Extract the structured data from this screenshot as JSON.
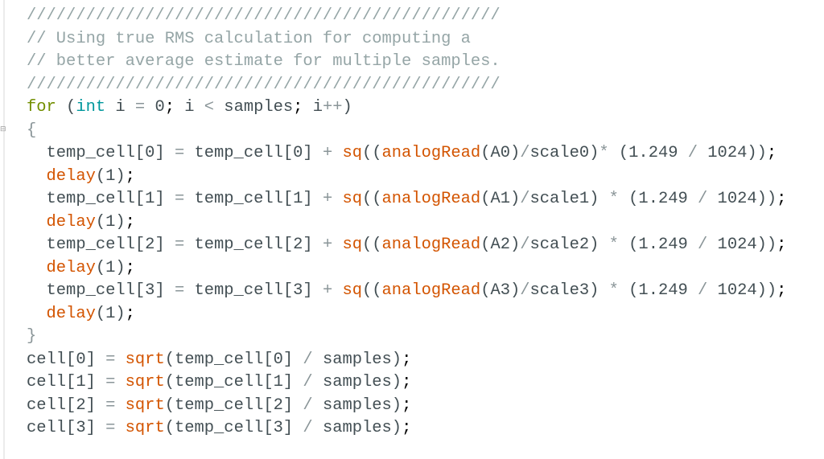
{
  "editor": {
    "fold_marker": "⊟",
    "lines": [
      [
        {
          "t": "c",
          "v": "////////////////////////////////////////////////"
        }
      ],
      [
        {
          "t": "c",
          "v": "// Using true RMS calculation for computing a"
        }
      ],
      [
        {
          "t": "c",
          "v": "// better average estimate for multiple samples."
        }
      ],
      [
        {
          "t": "c",
          "v": "////////////////////////////////////////////////"
        }
      ],
      [
        {
          "t": "kw",
          "v": "for"
        },
        {
          "t": "tx",
          "v": " ("
        },
        {
          "t": "ty",
          "v": "int"
        },
        {
          "t": "tx",
          "v": " i "
        },
        {
          "t": "op",
          "v": "="
        },
        {
          "t": "tx",
          "v": " 0"
        },
        {
          "t": "sc",
          "v": ";"
        },
        {
          "t": "tx",
          "v": " i "
        },
        {
          "t": "op",
          "v": "<"
        },
        {
          "t": "tx",
          "v": " samples"
        },
        {
          "t": "sc",
          "v": ";"
        },
        {
          "t": "tx",
          "v": " i"
        },
        {
          "t": "op",
          "v": "++"
        },
        {
          "t": "tx",
          "v": ")"
        }
      ],
      [
        {
          "t": "op",
          "v": "{"
        }
      ],
      [
        {
          "t": "tx",
          "v": "  temp_cell[0] "
        },
        {
          "t": "op",
          "v": "="
        },
        {
          "t": "tx",
          "v": " temp_cell[0] "
        },
        {
          "t": "op",
          "v": "+"
        },
        {
          "t": "tx",
          "v": " "
        },
        {
          "t": "fn",
          "v": "sq"
        },
        {
          "t": "tx",
          "v": "(("
        },
        {
          "t": "fn",
          "v": "analogRead"
        },
        {
          "t": "tx",
          "v": "(A0)"
        },
        {
          "t": "op",
          "v": "/"
        },
        {
          "t": "tx",
          "v": "scale0)"
        },
        {
          "t": "op",
          "v": "*"
        },
        {
          "t": "tx",
          "v": " (1.249 "
        },
        {
          "t": "op",
          "v": "/"
        },
        {
          "t": "tx",
          "v": " 1024))"
        },
        {
          "t": "sc",
          "v": ";"
        }
      ],
      [
        {
          "t": "tx",
          "v": "  "
        },
        {
          "t": "fn",
          "v": "delay"
        },
        {
          "t": "tx",
          "v": "(1)"
        },
        {
          "t": "sc",
          "v": ";"
        }
      ],
      [
        {
          "t": "tx",
          "v": "  temp_cell[1] "
        },
        {
          "t": "op",
          "v": "="
        },
        {
          "t": "tx",
          "v": " temp_cell[1] "
        },
        {
          "t": "op",
          "v": "+"
        },
        {
          "t": "tx",
          "v": " "
        },
        {
          "t": "fn",
          "v": "sq"
        },
        {
          "t": "tx",
          "v": "(("
        },
        {
          "t": "fn",
          "v": "analogRead"
        },
        {
          "t": "tx",
          "v": "(A1)"
        },
        {
          "t": "op",
          "v": "/"
        },
        {
          "t": "tx",
          "v": "scale1) "
        },
        {
          "t": "op",
          "v": "*"
        },
        {
          "t": "tx",
          "v": " (1.249 "
        },
        {
          "t": "op",
          "v": "/"
        },
        {
          "t": "tx",
          "v": " 1024))"
        },
        {
          "t": "sc",
          "v": ";"
        }
      ],
      [
        {
          "t": "tx",
          "v": "  "
        },
        {
          "t": "fn",
          "v": "delay"
        },
        {
          "t": "tx",
          "v": "(1)"
        },
        {
          "t": "sc",
          "v": ";"
        }
      ],
      [
        {
          "t": "tx",
          "v": "  temp_cell[2] "
        },
        {
          "t": "op",
          "v": "="
        },
        {
          "t": "tx",
          "v": " temp_cell[2] "
        },
        {
          "t": "op",
          "v": "+"
        },
        {
          "t": "tx",
          "v": " "
        },
        {
          "t": "fn",
          "v": "sq"
        },
        {
          "t": "tx",
          "v": "(("
        },
        {
          "t": "fn",
          "v": "analogRead"
        },
        {
          "t": "tx",
          "v": "(A2)"
        },
        {
          "t": "op",
          "v": "/"
        },
        {
          "t": "tx",
          "v": "scale2) "
        },
        {
          "t": "op",
          "v": "*"
        },
        {
          "t": "tx",
          "v": " (1.249 "
        },
        {
          "t": "op",
          "v": "/"
        },
        {
          "t": "tx",
          "v": " 1024))"
        },
        {
          "t": "sc",
          "v": ";"
        }
      ],
      [
        {
          "t": "tx",
          "v": "  "
        },
        {
          "t": "fn",
          "v": "delay"
        },
        {
          "t": "tx",
          "v": "(1)"
        },
        {
          "t": "sc",
          "v": ";"
        }
      ],
      [
        {
          "t": "tx",
          "v": "  temp_cell[3] "
        },
        {
          "t": "op",
          "v": "="
        },
        {
          "t": "tx",
          "v": " temp_cell[3] "
        },
        {
          "t": "op",
          "v": "+"
        },
        {
          "t": "tx",
          "v": " "
        },
        {
          "t": "fn",
          "v": "sq"
        },
        {
          "t": "tx",
          "v": "(("
        },
        {
          "t": "fn",
          "v": "analogRead"
        },
        {
          "t": "tx",
          "v": "(A3)"
        },
        {
          "t": "op",
          "v": "/"
        },
        {
          "t": "tx",
          "v": "scale3) "
        },
        {
          "t": "op",
          "v": "*"
        },
        {
          "t": "tx",
          "v": " (1.249 "
        },
        {
          "t": "op",
          "v": "/"
        },
        {
          "t": "tx",
          "v": " 1024))"
        },
        {
          "t": "sc",
          "v": ";"
        }
      ],
      [
        {
          "t": "tx",
          "v": "  "
        },
        {
          "t": "fn",
          "v": "delay"
        },
        {
          "t": "tx",
          "v": "(1)"
        },
        {
          "t": "sc",
          "v": ";"
        }
      ],
      [
        {
          "t": "op",
          "v": "}"
        }
      ],
      [
        {
          "t": "tx",
          "v": "cell[0] "
        },
        {
          "t": "op",
          "v": "="
        },
        {
          "t": "tx",
          "v": " "
        },
        {
          "t": "fn",
          "v": "sqrt"
        },
        {
          "t": "tx",
          "v": "(temp_cell[0] "
        },
        {
          "t": "op",
          "v": "/"
        },
        {
          "t": "tx",
          "v": " samples)"
        },
        {
          "t": "sc",
          "v": ";"
        }
      ],
      [
        {
          "t": "tx",
          "v": "cell[1] "
        },
        {
          "t": "op",
          "v": "="
        },
        {
          "t": "tx",
          "v": " "
        },
        {
          "t": "fn",
          "v": "sqrt"
        },
        {
          "t": "tx",
          "v": "(temp_cell[1] "
        },
        {
          "t": "op",
          "v": "/"
        },
        {
          "t": "tx",
          "v": " samples)"
        },
        {
          "t": "sc",
          "v": ";"
        }
      ],
      [
        {
          "t": "tx",
          "v": "cell[2] "
        },
        {
          "t": "op",
          "v": "="
        },
        {
          "t": "tx",
          "v": " "
        },
        {
          "t": "fn",
          "v": "sqrt"
        },
        {
          "t": "tx",
          "v": "(temp_cell[2] "
        },
        {
          "t": "op",
          "v": "/"
        },
        {
          "t": "tx",
          "v": " samples)"
        },
        {
          "t": "sc",
          "v": ";"
        }
      ],
      [
        {
          "t": "tx",
          "v": "cell[3] "
        },
        {
          "t": "op",
          "v": "="
        },
        {
          "t": "tx",
          "v": " "
        },
        {
          "t": "fn",
          "v": "sqrt"
        },
        {
          "t": "tx",
          "v": "(temp_cell[3] "
        },
        {
          "t": "op",
          "v": "/"
        },
        {
          "t": "tx",
          "v": " samples)"
        },
        {
          "t": "sc",
          "v": ";"
        }
      ]
    ]
  },
  "colors": {
    "comment": "#95a5a6",
    "keyword": "#728e00",
    "type": "#00979c",
    "function": "#d35400",
    "text": "#434f54",
    "semicolon": "#000000"
  }
}
